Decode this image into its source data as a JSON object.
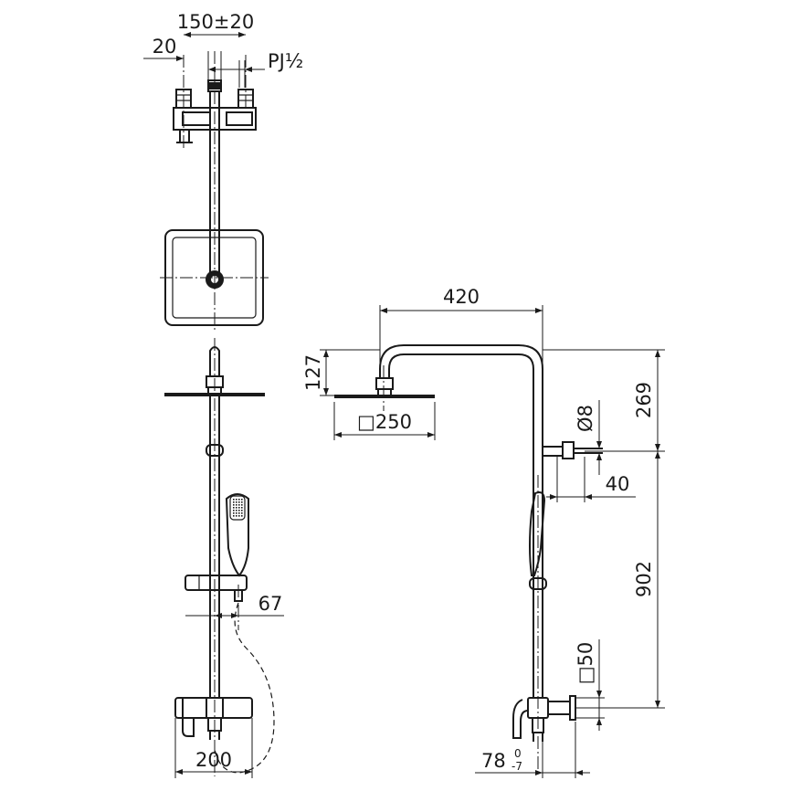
{
  "dimensions": {
    "width_top": "150±20",
    "offset_20": "20",
    "thread": "PJ½",
    "hand_67": "67",
    "mixer_200": "200",
    "reach_420": "420",
    "height_127": "127",
    "head_250": "□250",
    "dia_8": "Ø8",
    "wall_40": "40",
    "height_269": "269",
    "height_902": "902",
    "square_50": "□50",
    "depth_78": "78",
    "tol_upper": "0",
    "tol_lower": "-7"
  }
}
